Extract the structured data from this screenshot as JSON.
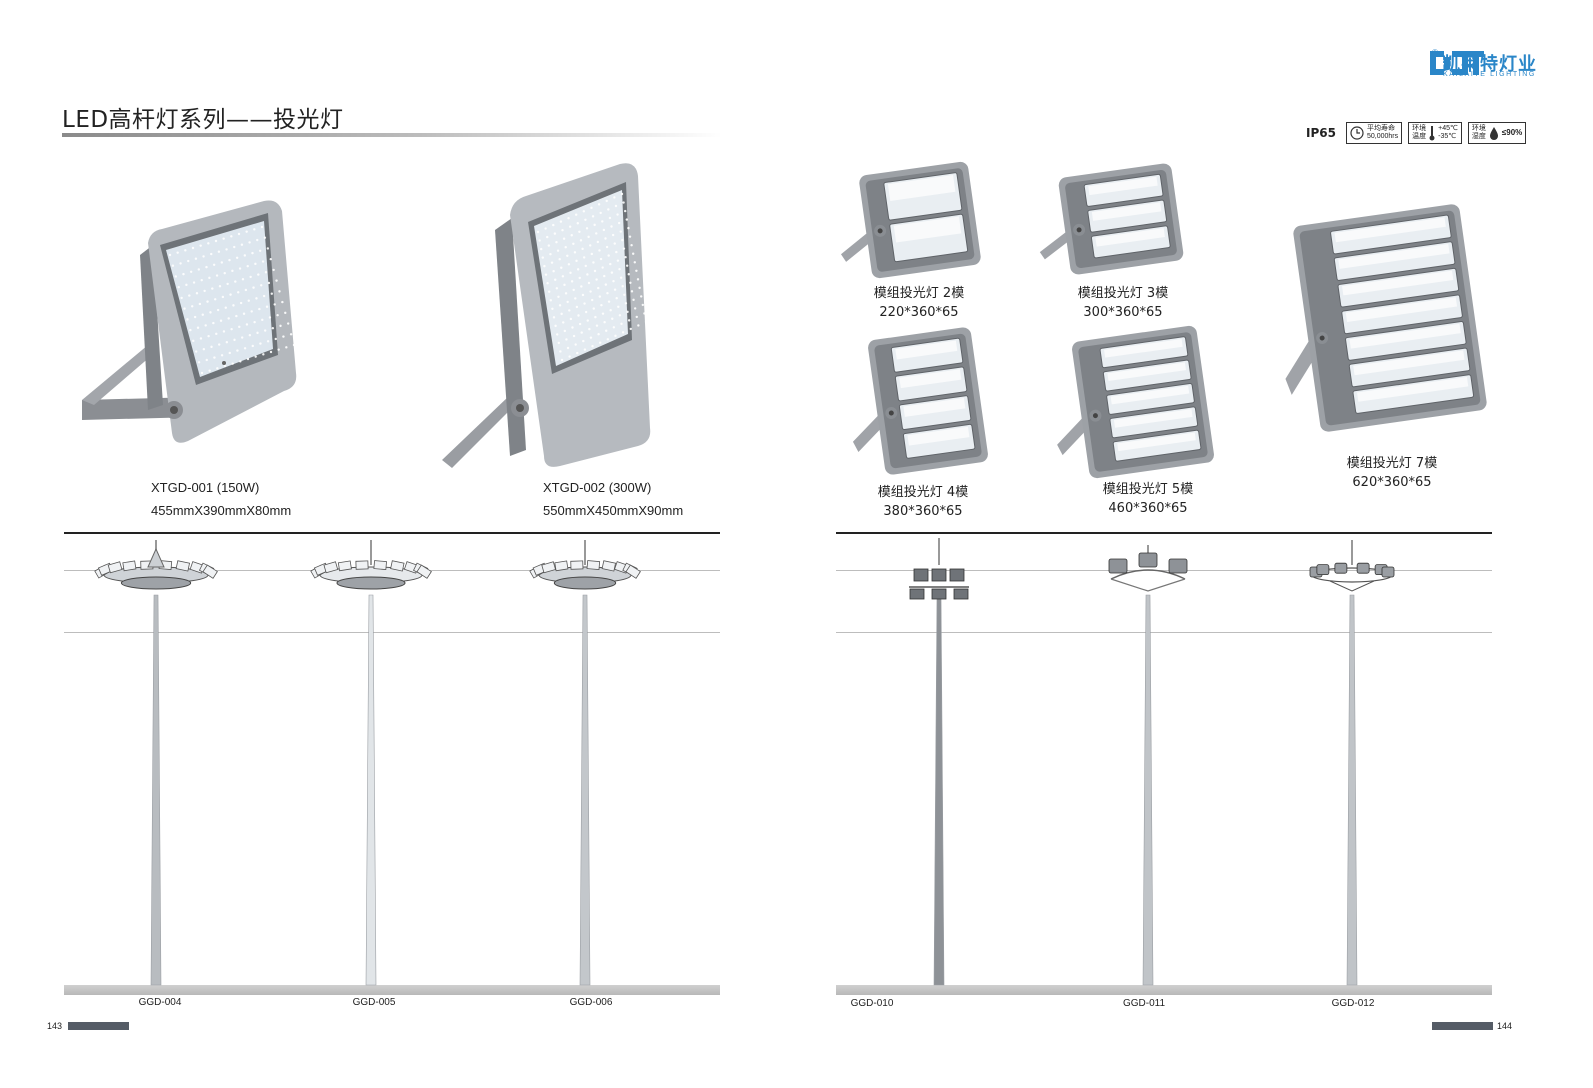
{
  "header": {
    "title": "LED高杆灯系列——投光灯",
    "logo_cn": "凯莱特灯业",
    "logo_en": "KAILAITE LIGHTING",
    "logo_reg": "®"
  },
  "specs": {
    "ip": "IP65",
    "lifetime": {
      "label": "平均寿命",
      "value": "50,000hrs"
    },
    "temperature": {
      "label1": "环境",
      "label2": "温度",
      "max": "+45℃",
      "min": "-35℃"
    },
    "humidity": {
      "label1": "环境",
      "label2": "湿度",
      "value": "≤90%"
    }
  },
  "floodlights": [
    {
      "model": "XTGD-001 (150W)",
      "size": "455mmX390mmX80mm"
    },
    {
      "model": "XTGD-002 (300W)",
      "size": "550mmX450mmX90mm"
    }
  ],
  "modules": [
    {
      "name": "模组投光灯  2模",
      "size": "220*360*65"
    },
    {
      "name": "模组投光灯  3模",
      "size": "300*360*65"
    },
    {
      "name": "模组投光灯  4模",
      "size": "380*360*65"
    },
    {
      "name": "模组投光灯  5模",
      "size": "460*360*65"
    },
    {
      "name": "模组投光灯  7模",
      "size": "620*360*65"
    }
  ],
  "poles_left": [
    "GGD-004",
    "GGD-005",
    "GGD-006"
  ],
  "poles_right": [
    "GGD-010",
    "GGD-011",
    "GGD-012"
  ],
  "pages": {
    "left": "143",
    "right": "144"
  },
  "colors": {
    "brand": "#2a86c8",
    "pagebar": "#555c66"
  }
}
